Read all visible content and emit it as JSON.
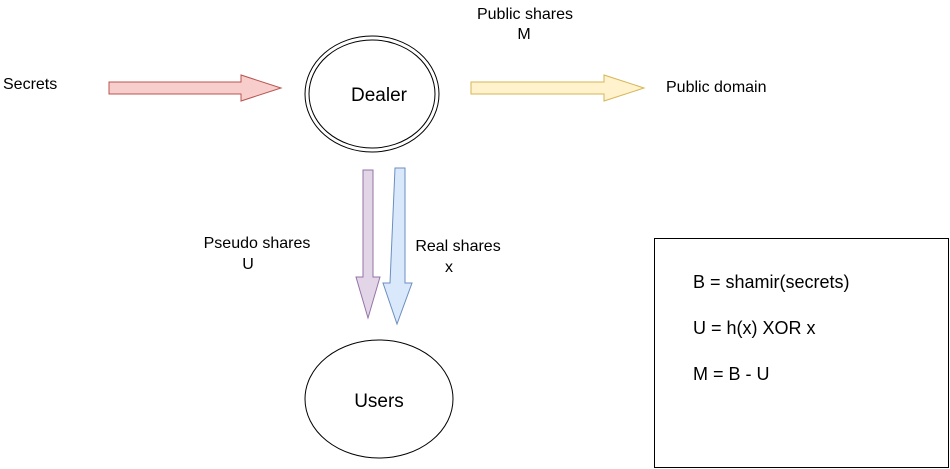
{
  "nodes": {
    "dealer": "Dealer",
    "users": "Users"
  },
  "labels": {
    "secrets": "Secrets",
    "public_shares_line1": "Public shares",
    "public_shares_line2": "M",
    "public_domain": "Public domain",
    "pseudo_shares_line1": "Pseudo shares",
    "pseudo_shares_line2": "U",
    "real_shares_line1": "Real shares",
    "real_shares_line2": "x"
  },
  "formulas": [
    "B = shamir(secrets)",
    "U = h(x) XOR x",
    "M = B - U"
  ],
  "colors": {
    "secrets_arrow_fill": "#f8cecc",
    "secrets_arrow_stroke": "#b85450",
    "public_arrow_fill": "#fff2cc",
    "public_arrow_stroke": "#d6b656",
    "pseudo_arrow_fill": "#e1d5e7",
    "pseudo_arrow_stroke": "#9673a6",
    "real_arrow_fill": "#dae8fc",
    "real_arrow_stroke": "#6c8ebf"
  }
}
